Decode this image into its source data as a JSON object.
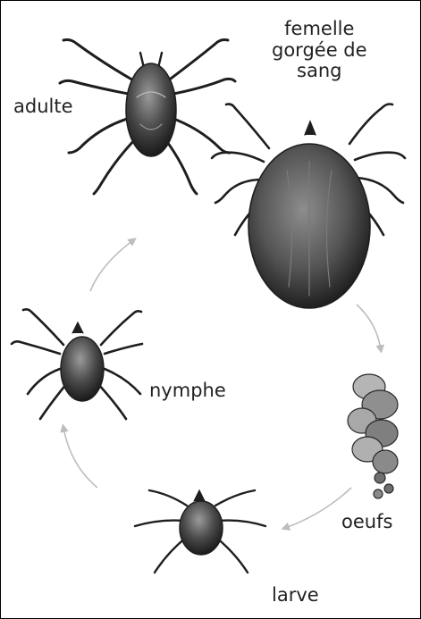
{
  "stages": {
    "adult": "adulte",
    "engorged_female": [
      "femelle",
      "gorgée de",
      "sang"
    ],
    "eggs": "oeufs",
    "larva": "larve",
    "nymph": "nymphe"
  },
  "colors": {
    "ink": "#1e1e1e",
    "arrow": "#bdbdbd",
    "border": "#000000"
  }
}
